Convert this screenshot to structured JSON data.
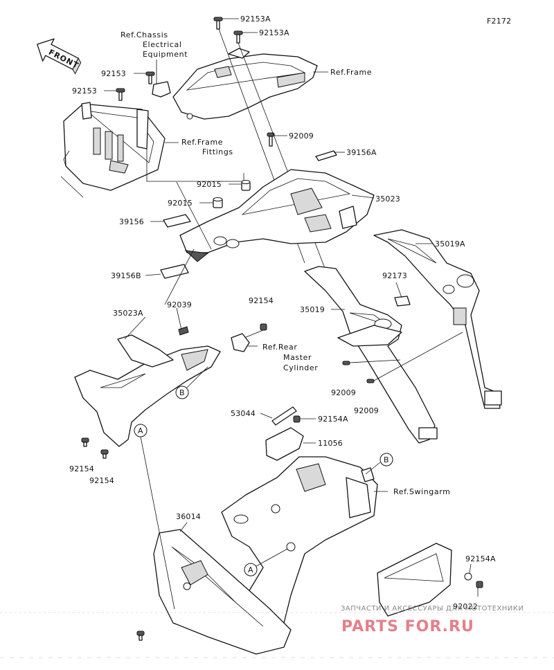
{
  "figure_code": "F2172",
  "front_label": "FRONT",
  "refs": {
    "chassis": [
      "Ref.Chassis",
      "Electrical",
      "Equipment"
    ],
    "frame": "Ref.Frame",
    "frame_fittings": [
      "Ref.Frame",
      "Fittings"
    ],
    "rear_master": [
      "Ref.Rear",
      "Master",
      "Cylinder"
    ],
    "swingarm": "Ref.Swingarm"
  },
  "labels": {
    "p92153A_1": "92153A",
    "p92153A_2": "92153A",
    "p92153_1": "92153",
    "p92153_2": "92153",
    "p92009_1": "92009",
    "p39156A": "39156A",
    "p92015_1": "92015",
    "p92015_2": "92015",
    "p35023": "35023",
    "p39156": "39156",
    "p35019A": "35019A",
    "p39156B": "39156B",
    "p92173": "92173",
    "p92039": "92039",
    "p92154_1": "92154",
    "p35023A": "35023A",
    "p35019": "35019",
    "p92009_2": "92009",
    "p92009_3": "92009",
    "p53044": "53044",
    "p92154A_1": "92154A",
    "p11056": "11056",
    "p92154_2": "92154",
    "p92154_3": "92154",
    "p36014": "36014",
    "p92154A_2": "92154A",
    "p92022": "92022"
  },
  "callouts": {
    "a": "A",
    "b": "B"
  },
  "watermark": {
    "line1": "ЗАПЧАСТИ И АКСЕССУАРЫ ДЛЯ МОТОТЕХНИКИ",
    "line2": "PARTS FOR.RU"
  }
}
